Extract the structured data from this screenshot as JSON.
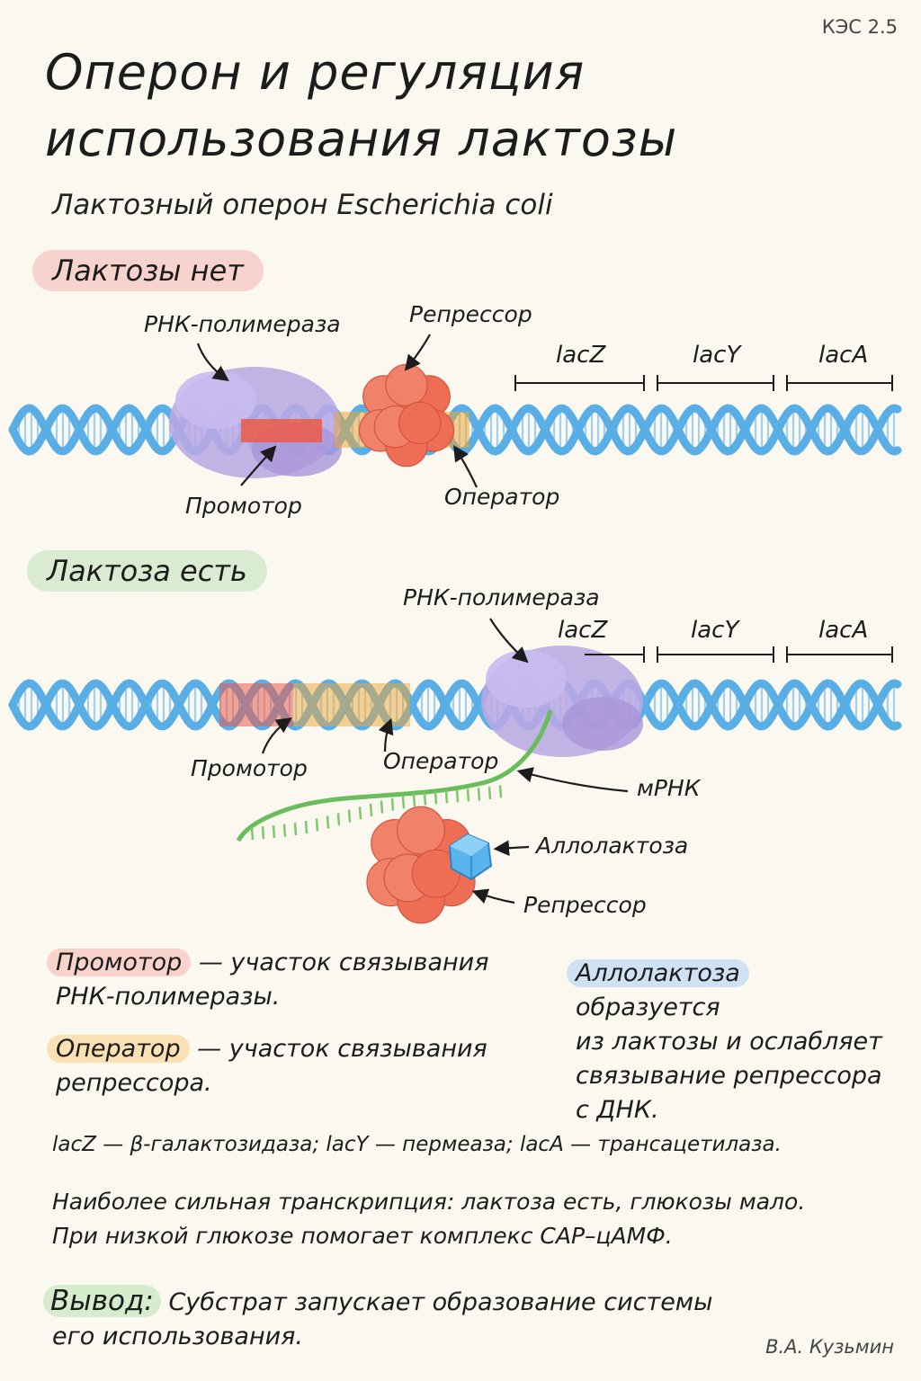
{
  "header": {
    "code": "КЭС 2.5",
    "title_line1": "Оперон и регуляция",
    "title_line2": "использования лактозы",
    "subtitle": "Лактозный оперон Escherichia coli"
  },
  "no_lactose": {
    "heading": "Лактозы нет",
    "rna_polymerase": "РНК-полимераза",
    "repressor": "Репрессор",
    "promoter": "Промотор",
    "operator": "Оператор",
    "genes": [
      "lacZ",
      "lacY",
      "lacA"
    ]
  },
  "lactose_present": {
    "heading": "Лактоза есть",
    "rna_polymerase": "РНК-полимераза",
    "promoter": "Промотор",
    "operator": "Оператор",
    "mrna": "мРНК",
    "allolactose": "Аллолактоза",
    "repressor": "Репрессор",
    "genes": [
      "lacZ",
      "lacY",
      "lacA"
    ]
  },
  "notes": {
    "promoter_term": "Промотор",
    "promoter_line1": " — участок связывания",
    "promoter_line2": "РНК-полимеразы.",
    "operator_term": "Оператор",
    "operator_line1": " — участок связывания",
    "operator_line2": "репрессора.",
    "allolactose_term": "Аллолактоза",
    "allolactose_line1": " образуется",
    "allolactose_line2": "из лактозы и ослабляет",
    "allolactose_line3": "связывание репрессора",
    "allolactose_line4": "с ДНК.",
    "genes_line": "lacZ — β-галактозидаза;   lacY — пермеаза;   lacA — трансацетилаза.",
    "transcription_line1": "Наиболее сильная транскрипция: лактоза есть, глюкозы мало.",
    "transcription_line2": "При низкой глюкозе помогает комплекс CAP–цАМФ.",
    "conclusion_term": "Вывод:",
    "conclusion_line1": " Субстрат запускает образование системы",
    "conclusion_line2": "его использования."
  },
  "footer": {
    "author": "В.А. Кузьмин"
  },
  "colors": {
    "dna": "#5aaee6",
    "promoter": "#ec5a48",
    "operator": "#f0a634",
    "polymerase": "#b9a9e4",
    "repressor": "#ee6e55",
    "allolactose": "#59b4ec",
    "mrna": "#7cc86e"
  }
}
